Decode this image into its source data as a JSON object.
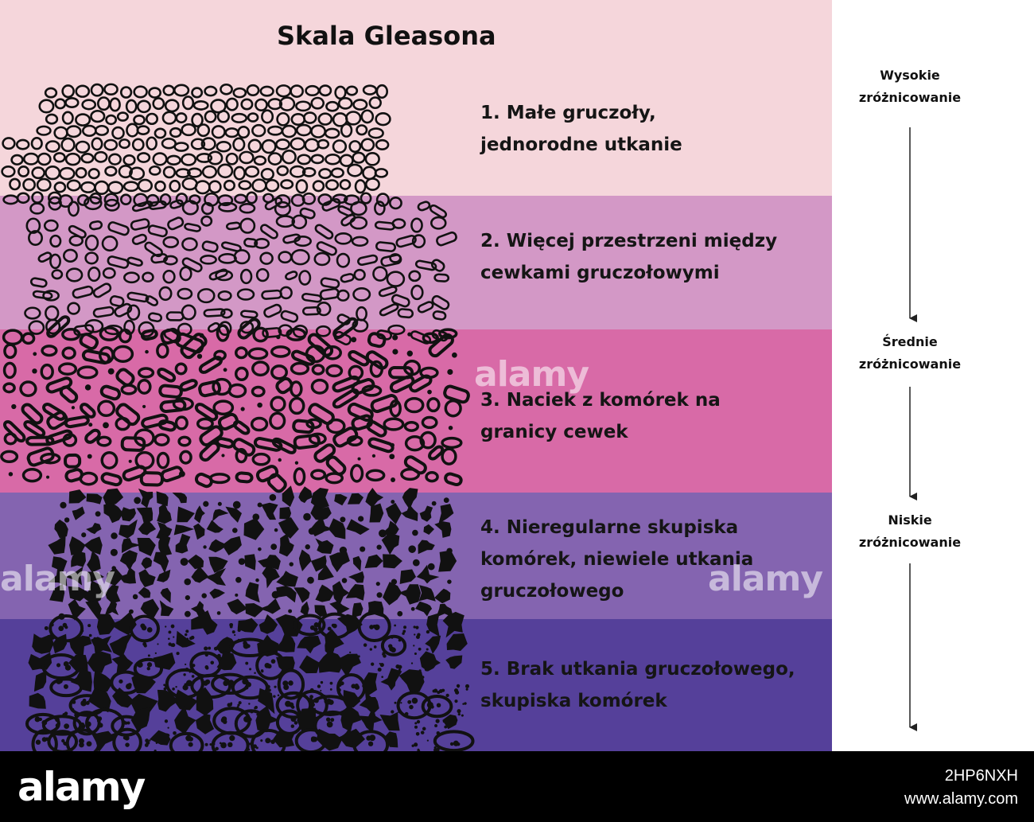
{
  "title": "Skala Gleasona",
  "bands": [
    {
      "color": "#f5d6db",
      "lines": [
        "1. Małe gruczoły,",
        " jednorodne utkanie"
      ]
    },
    {
      "color": "#d398c6",
      "lines": [
        "2. Więcej przestrzeni między",
        "cewkami gruczołowymi"
      ]
    },
    {
      "color": "#d86aa7",
      "lines": [
        "3. Naciek z komórek na",
        "granicy cewek"
      ]
    },
    {
      "color": "#8464b0",
      "lines": [
        "4. Nieregularne skupiska",
        "komórek, niewiele utkania",
        "gruczołowego"
      ]
    },
    {
      "color": "#55409a",
      "lines": [
        "5. Brak utkania gruczołowego,",
        "skupiska komórek"
      ]
    }
  ],
  "scale": {
    "labels": [
      [
        "Wysokie",
        "zróżnicowanie"
      ],
      [
        "Średnie",
        "zróżnicowanie"
      ],
      [
        "Niskie",
        "zróżnicowanie"
      ]
    ]
  },
  "watermark": "alamy",
  "footer": {
    "logo": "alamy",
    "image_id": "2HP6NXH",
    "url": "www.alamy.com"
  }
}
